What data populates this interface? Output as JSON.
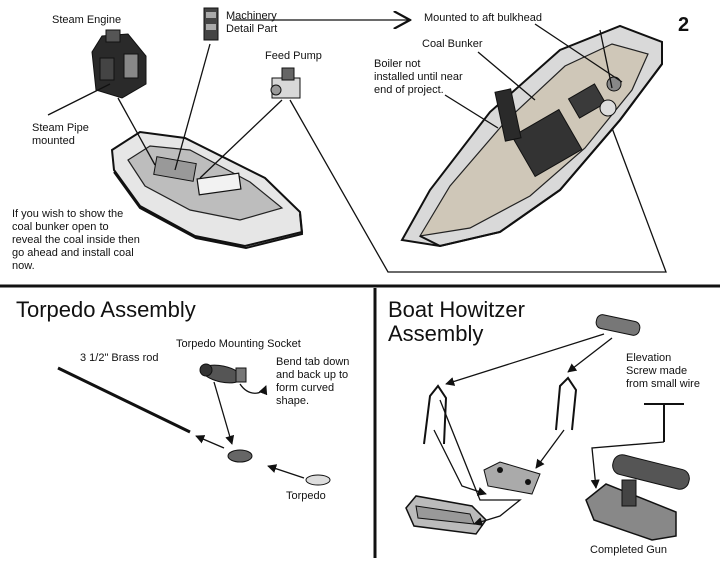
{
  "page_number": "2",
  "top": {
    "steam_engine": "Steam Engine",
    "machinery_detail": "Machinery\nDetail Part",
    "mounted_aft": "Mounted to aft bulkhead",
    "feed_pump": "Feed Pump",
    "coal_bunker": "Coal Bunker",
    "boiler_note": "Boiler not\ninstalled until near\nend of project.",
    "steam_pipe": "Steam Pipe\nmounted",
    "coal_note": "If you wish to show the\ncoal bunker open to\nreveal the coal inside then\ngo ahead and install coal\nnow."
  },
  "torpedo": {
    "title": "Torpedo Assembly",
    "mounting_socket": "Torpedo Mounting Socket",
    "brass_rod": "3 1/2\" Brass rod",
    "bend_tab": "Bend tab down\nand back up to\nform curved\nshape.",
    "torpedo_label": "Torpedo"
  },
  "howitzer": {
    "title": "Boat Howitzer\nAssembly",
    "elevation_screw": "Elevation\nScrew made\nfrom small wire",
    "completed_gun": "Completed Gun"
  }
}
